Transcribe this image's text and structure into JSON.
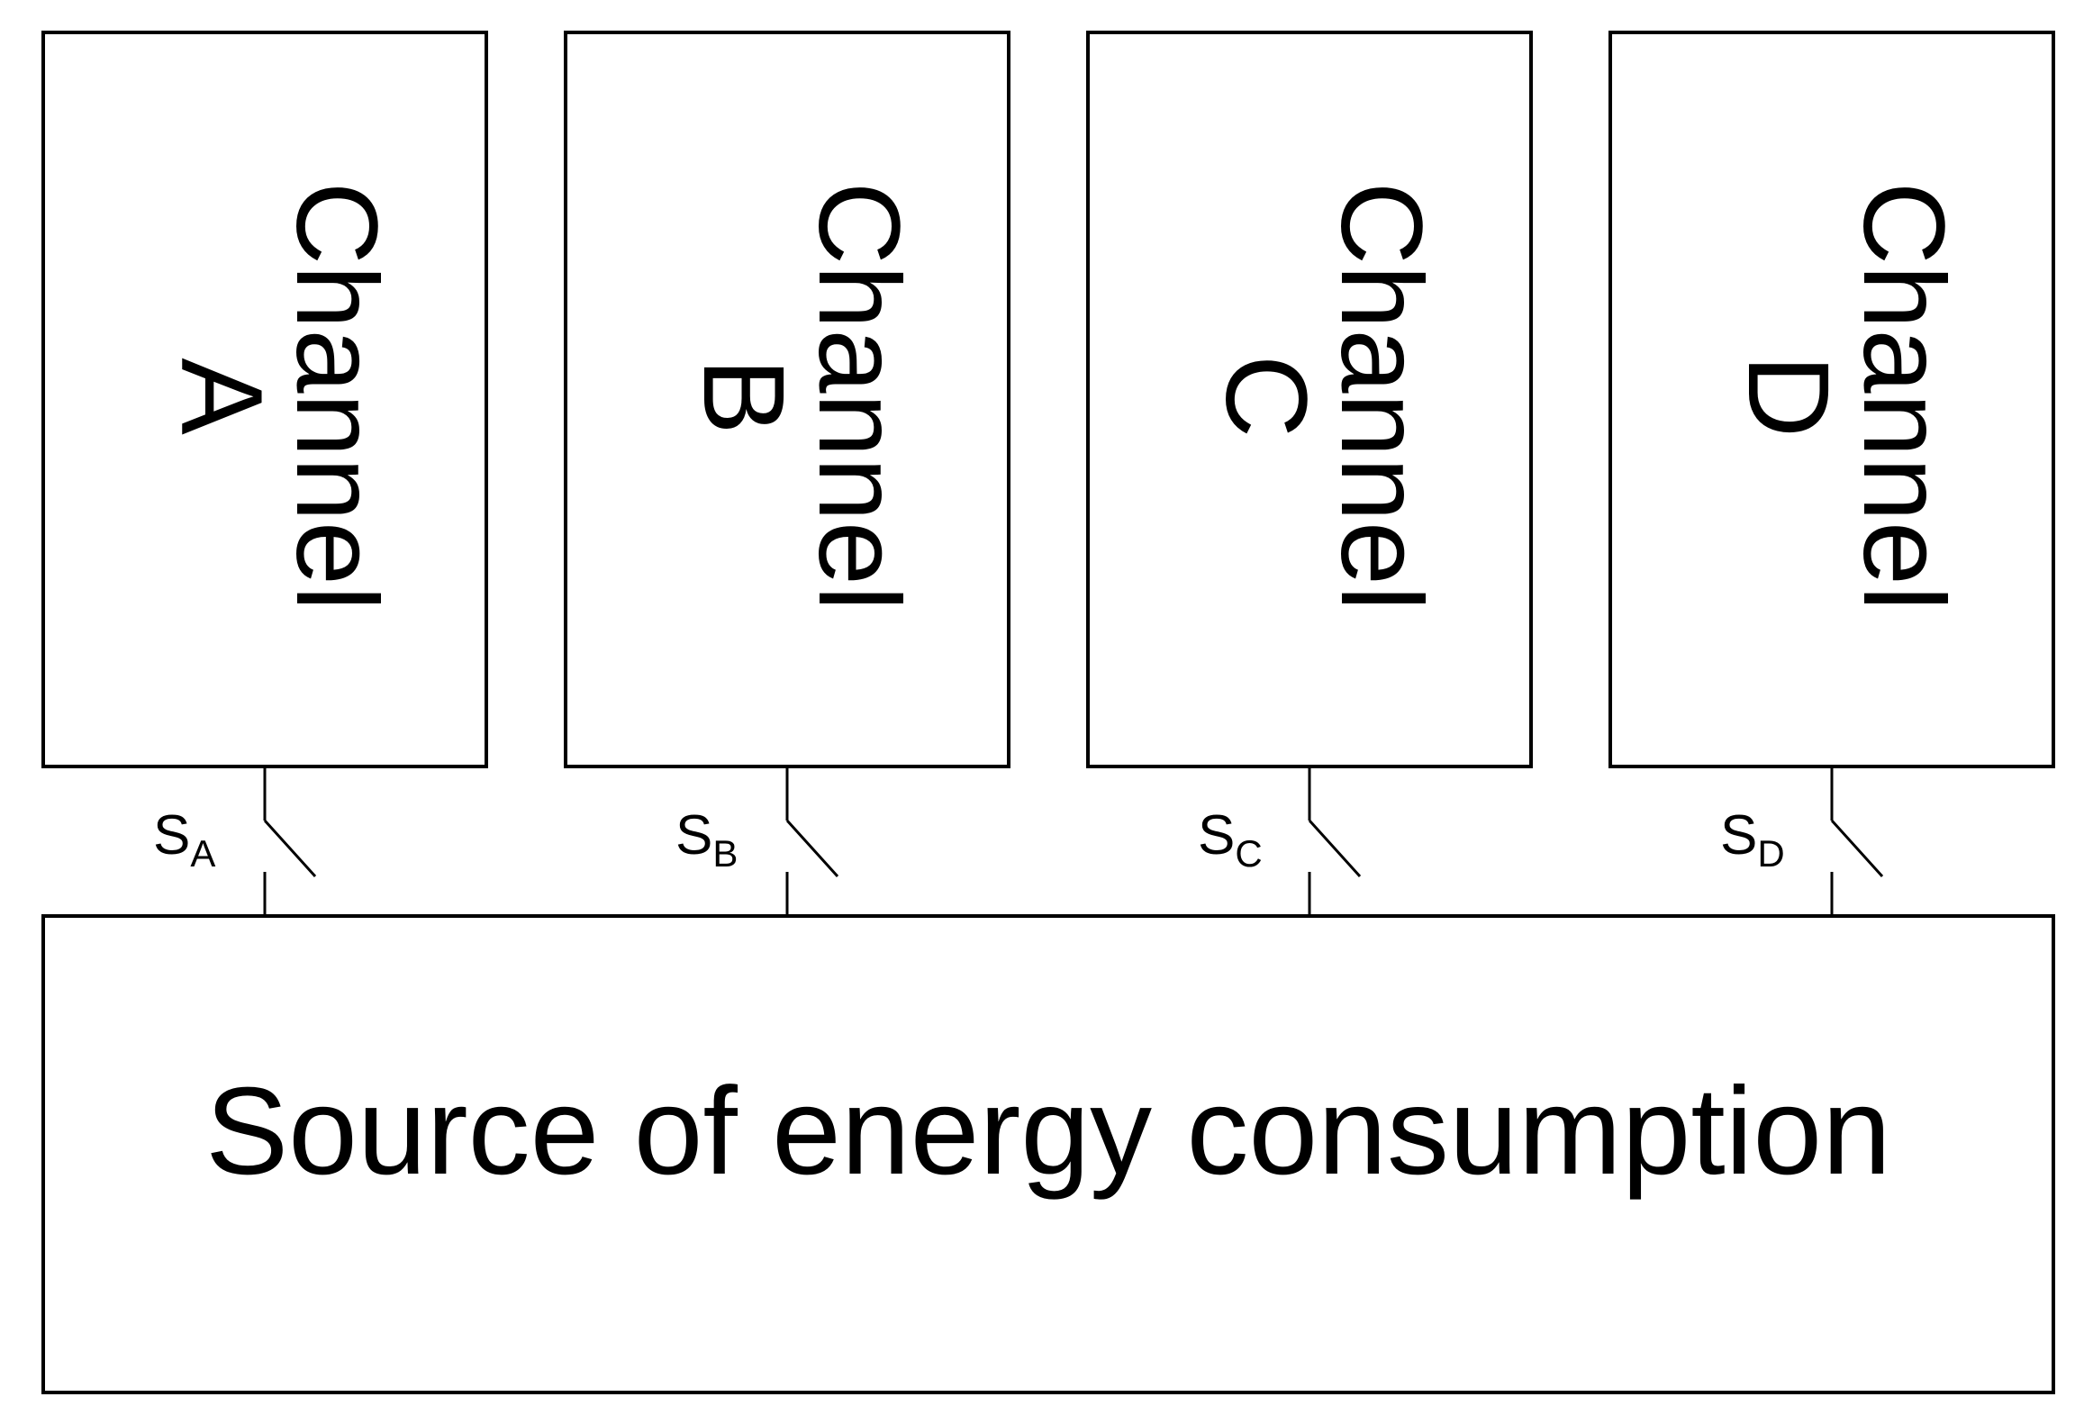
{
  "channels": [
    {
      "id": "A",
      "line1": "Channel",
      "line2": "A",
      "switch_label": "S",
      "switch_sub": "A"
    },
    {
      "id": "B",
      "line1": "Channel",
      "line2": "B",
      "switch_label": "S",
      "switch_sub": "B"
    },
    {
      "id": "C",
      "line1": "Channel",
      "line2": "C",
      "switch_label": "S",
      "switch_sub": "C"
    },
    {
      "id": "D",
      "line1": "Channel",
      "line2": "D",
      "switch_label": "S",
      "switch_sub": "D"
    }
  ],
  "source": {
    "label": "Source of energy consumption"
  }
}
